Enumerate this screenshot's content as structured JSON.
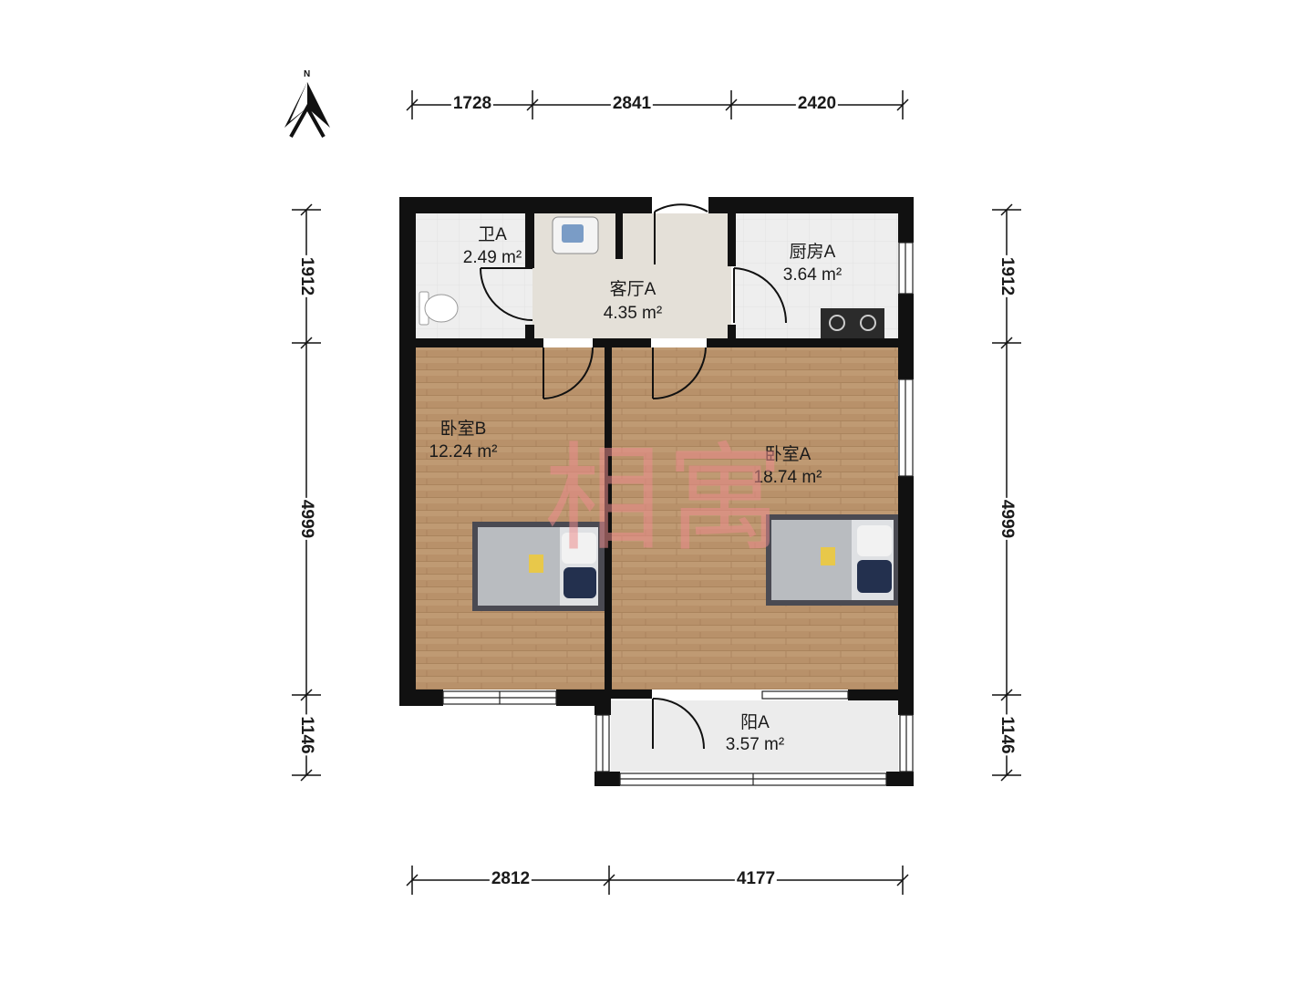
{
  "compass": {
    "label": "N",
    "icon": "north-arrow-icon"
  },
  "rooms": [
    {
      "id": "bath",
      "name": "卫A",
      "area": "2.49 m²"
    },
    {
      "id": "living",
      "name": "客厅A",
      "area": "4.35 m²"
    },
    {
      "id": "kitchen",
      "name": "厨房A",
      "area": "3.64 m²"
    },
    {
      "id": "bedroomB",
      "name": "卧室B",
      "area": "12.24 m²"
    },
    {
      "id": "bedroomA",
      "name": "卧室A",
      "area": "18.74 m²"
    },
    {
      "id": "balcony",
      "name": "阳A",
      "area": "3.57 m²"
    }
  ],
  "dimensions": {
    "top": [
      "1728",
      "2841",
      "2420"
    ],
    "bottom": [
      "2812",
      "4177"
    ],
    "left": [
      "1912",
      "4999",
      "1146"
    ],
    "right": [
      "1912",
      "4999",
      "1146"
    ]
  },
  "watermark": "相寓",
  "colors": {
    "wall": "#111111",
    "wood": "#b8916a",
    "tile": "#eeeeee",
    "living_floor": "#e4e0d8",
    "balcony_floor": "#ececec",
    "watermark": "#eb8c8c"
  }
}
